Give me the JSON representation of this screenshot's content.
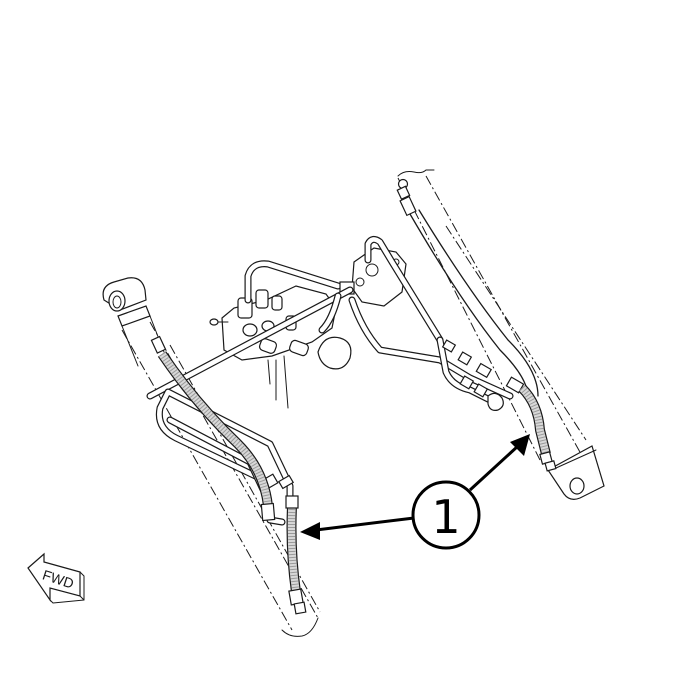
{
  "diagram": {
    "type": "exploded-parts-diagram",
    "subject": "hydraulic cylinder hose assembly with control valve",
    "callouts": [
      {
        "label": "1",
        "description": "hydraulic hose (two arrows, left and right cylinder hoses)"
      }
    ],
    "direction_indicator": {
      "label": "FWD",
      "icon": "arrow-left-icon"
    },
    "colors": {
      "line": "#1a1a1a",
      "background": "#ffffff",
      "hose_fill": "#d8d8d8"
    }
  }
}
